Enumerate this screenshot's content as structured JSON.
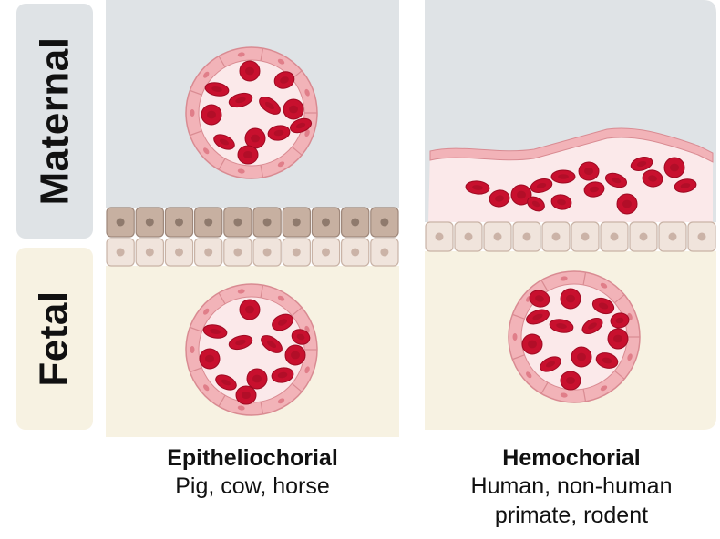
{
  "side_labels": {
    "maternal": "Maternal",
    "fetal": "Fetal"
  },
  "panels": [
    {
      "title": "Epitheliochorial",
      "subtitle": "Pig, cow, horse"
    },
    {
      "title": "Hemochorial",
      "subtitle_line1": "Human, non-human",
      "subtitle_line2": "primate, rodent"
    }
  ],
  "colors": {
    "maternal_bg": "#dfe3e6",
    "fetal_bg": "#f7f2e2",
    "vessel_wall": "#f2b3b8",
    "vessel_lumen": "#fbe9ea",
    "red_blood_cell": "#c8102e",
    "maternal_epithelium": "#c7b0a1",
    "trophoblast": "#f0e4dc"
  }
}
